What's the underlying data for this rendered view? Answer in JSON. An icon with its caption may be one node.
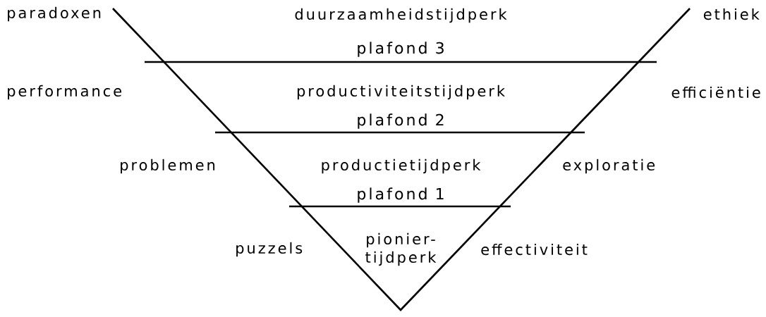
{
  "diagram": {
    "labels": [
      "paradoxen",
      "duurzaamheidstijdperk",
      "ethiek",
      "plafond 3",
      "performance",
      "productiviteitstijdperk",
      "efficiëntie",
      "plafond 2",
      "problemen",
      "productietijdperk",
      "exploratie",
      "plafond 1",
      "puzzels",
      "pionier- tijdperk",
      "effectiviteit"
    ]
  }
}
